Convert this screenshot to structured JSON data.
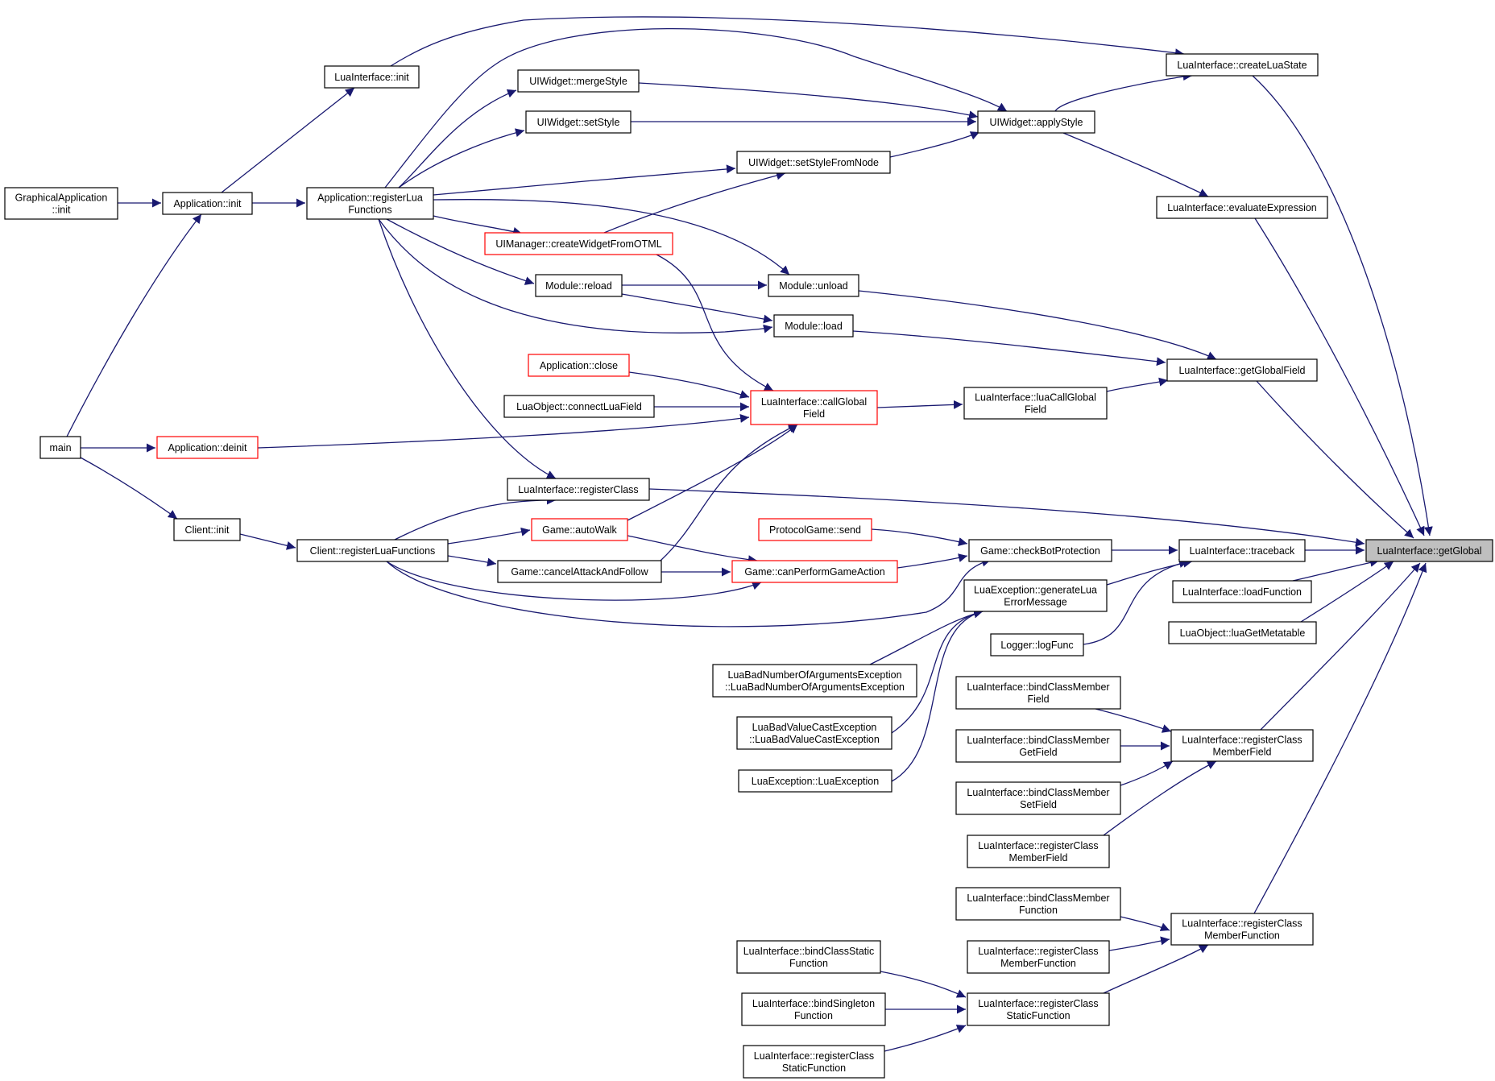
{
  "colors": {
    "edge": "#191970",
    "border": "#000000",
    "broken_border": "#ff0000",
    "highlight_fill": "#bfbfbf"
  },
  "nodes": {
    "getGlobal": {
      "lines": [
        "LuaInterface::getGlobal"
      ]
    },
    "createLuaState": {
      "lines": [
        "LuaInterface::createLuaState"
      ]
    },
    "evaluateExpression": {
      "lines": [
        "LuaInterface::evaluateExpression"
      ]
    },
    "getGlobalField": {
      "lines": [
        "LuaInterface::getGlobalField"
      ]
    },
    "luaCallGlobalField": {
      "lines": [
        "LuaInterface::luaCallGlobal",
        "Field"
      ]
    },
    "traceback": {
      "lines": [
        "LuaInterface::traceback"
      ]
    },
    "loadFunction": {
      "lines": [
        "LuaInterface::loadFunction"
      ]
    },
    "luaGetMetatable": {
      "lines": [
        "LuaObject::luaGetMetatable"
      ]
    },
    "regClassMemberField": {
      "lines": [
        "LuaInterface::registerClass",
        "MemberField"
      ]
    },
    "regClassMemberFunction": {
      "lines": [
        "LuaInterface::registerClass",
        "MemberFunction"
      ]
    },
    "applyStyle": {
      "lines": [
        "UIWidget::applyStyle"
      ]
    },
    "luaInit": {
      "lines": [
        "LuaInterface::init"
      ]
    },
    "mergeStyle": {
      "lines": [
        "UIWidget::mergeStyle"
      ]
    },
    "setStyle": {
      "lines": [
        "UIWidget::setStyle"
      ]
    },
    "setStyleFromNode": {
      "lines": [
        "UIWidget::setStyleFromNode"
      ]
    },
    "graphicalInit": {
      "lines": [
        "GraphicalApplication",
        "::init"
      ]
    },
    "appInit": {
      "lines": [
        "Application::init"
      ]
    },
    "appRegisterLua": {
      "lines": [
        "Application::registerLua",
        "Functions"
      ]
    },
    "createWidgetFromOTML": {
      "lines": [
        "UIManager::createWidgetFromOTML"
      ]
    },
    "moduleUnload": {
      "lines": [
        "Module::unload"
      ]
    },
    "moduleReload": {
      "lines": [
        "Module::reload"
      ]
    },
    "moduleLoad": {
      "lines": [
        "Module::load"
      ]
    },
    "appClose": {
      "lines": [
        "Application::close"
      ]
    },
    "connectLuaField": {
      "lines": [
        "LuaObject::connectLuaField"
      ]
    },
    "callGlobalField": {
      "lines": [
        "LuaInterface::callGlobal",
        "Field"
      ]
    },
    "main": {
      "lines": [
        "main"
      ]
    },
    "appDeinit": {
      "lines": [
        "Application::deinit"
      ]
    },
    "registerClass": {
      "lines": [
        "LuaInterface::registerClass"
      ]
    },
    "clientInit": {
      "lines": [
        "Client::init"
      ]
    },
    "clientRegisterLua": {
      "lines": [
        "Client::registerLuaFunctions"
      ]
    },
    "autoWalk": {
      "lines": [
        "Game::autoWalk"
      ]
    },
    "cancelAttack": {
      "lines": [
        "Game::cancelAttackAndFollow"
      ]
    },
    "canPerform": {
      "lines": [
        "Game::canPerformGameAction"
      ]
    },
    "protocolSend": {
      "lines": [
        "ProtocolGame::send"
      ]
    },
    "checkBot": {
      "lines": [
        "Game::checkBotProtection"
      ]
    },
    "generateLuaError": {
      "lines": [
        "LuaException::generateLua",
        "ErrorMessage"
      ]
    },
    "logFunc": {
      "lines": [
        "Logger::logFunc"
      ]
    },
    "badNumArgs": {
      "lines": [
        "LuaBadNumberOfArgumentsException",
        "::LuaBadNumberOfArgumentsException"
      ]
    },
    "badValueCast": {
      "lines": [
        "LuaBadValueCastException",
        "::LuaBadValueCastException"
      ]
    },
    "luaException": {
      "lines": [
        "LuaException::LuaException"
      ]
    },
    "bindMemberField": {
      "lines": [
        "LuaInterface::bindClassMember",
        "Field"
      ]
    },
    "bindMemberGetField": {
      "lines": [
        "LuaInterface::bindClassMember",
        "GetField"
      ]
    },
    "bindMemberSetField": {
      "lines": [
        "LuaInterface::bindClassMember",
        "SetField"
      ]
    },
    "regClassMemberField2": {
      "lines": [
        "LuaInterface::registerClass",
        "MemberField"
      ]
    },
    "bindMemberFunction": {
      "lines": [
        "LuaInterface::bindClassMember",
        "Function"
      ]
    },
    "regClassMemberFunction2": {
      "lines": [
        "LuaInterface::registerClass",
        "MemberFunction"
      ]
    },
    "bindStaticFunction": {
      "lines": [
        "LuaInterface::bindClassStatic",
        "Function"
      ]
    },
    "regClassStaticFunction": {
      "lines": [
        "LuaInterface::registerClass",
        "StaticFunction"
      ]
    },
    "bindSingletonFunction": {
      "lines": [
        "LuaInterface::bindSingleton",
        "Function"
      ]
    },
    "regClassStaticFunction2": {
      "lines": [
        "LuaInterface::registerClass",
        "StaticFunction"
      ]
    }
  }
}
